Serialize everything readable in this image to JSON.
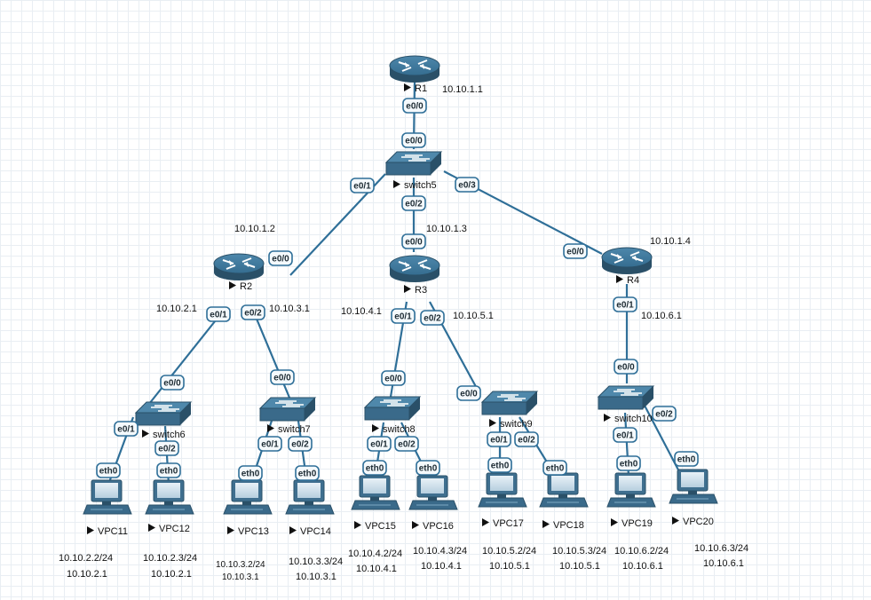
{
  "nodes": [
    {
      "id": "R1",
      "type": "router",
      "label": "R1"
    },
    {
      "id": "switch5",
      "type": "switch",
      "label": "switch5"
    },
    {
      "id": "R2",
      "type": "router",
      "label": "R2"
    },
    {
      "id": "R3",
      "type": "router",
      "label": "R3"
    },
    {
      "id": "R4",
      "type": "router",
      "label": "R4"
    },
    {
      "id": "switch6",
      "type": "switch",
      "label": "switch6"
    },
    {
      "id": "switch7",
      "type": "switch",
      "label": "switch7"
    },
    {
      "id": "switch8",
      "type": "switch",
      "label": "switch8"
    },
    {
      "id": "switch9",
      "type": "switch",
      "label": "switch9"
    },
    {
      "id": "switch10",
      "type": "switch",
      "label": "switch10"
    },
    {
      "id": "VPC11",
      "type": "pc",
      "label": "VPC11"
    },
    {
      "id": "VPC12",
      "type": "pc",
      "label": "VPC12"
    },
    {
      "id": "VPC13",
      "type": "pc",
      "label": "VPC13"
    },
    {
      "id": "VPC14",
      "type": "pc",
      "label": "VPC14"
    },
    {
      "id": "VPC15",
      "type": "pc",
      "label": "VPC15"
    },
    {
      "id": "VPC16",
      "type": "pc",
      "label": "VPC16"
    },
    {
      "id": "VPC17",
      "type": "pc",
      "label": "VPC17"
    },
    {
      "id": "VPC18",
      "type": "pc",
      "label": "VPC18"
    },
    {
      "id": "VPC19",
      "type": "pc",
      "label": "VPC19"
    },
    {
      "id": "VPC20",
      "type": "pc",
      "label": "VPC20"
    }
  ],
  "links": [
    {
      "from": "R1",
      "from_port": "e0/0",
      "to": "switch5",
      "to_port": "e0/0"
    },
    {
      "from": "switch5",
      "from_port": "e0/1",
      "to": "R2",
      "to_port": "e0/0"
    },
    {
      "from": "switch5",
      "from_port": "e0/2",
      "to": "R3",
      "to_port": "e0/0"
    },
    {
      "from": "switch5",
      "from_port": "e0/3",
      "to": "R4",
      "to_port": "e0/0"
    },
    {
      "from": "R2",
      "from_port": "e0/1",
      "to": "switch6",
      "to_port": "e0/0"
    },
    {
      "from": "R2",
      "from_port": "e0/2",
      "to": "switch7",
      "to_port": "e0/0"
    },
    {
      "from": "R3",
      "from_port": "e0/1",
      "to": "switch8",
      "to_port": "e0/0"
    },
    {
      "from": "R3",
      "from_port": "e0/2",
      "to": "switch9",
      "to_port": "e0/0"
    },
    {
      "from": "R4",
      "from_port": "e0/1",
      "to": "switch10",
      "to_port": "e0/0"
    },
    {
      "from": "switch6",
      "from_port": "e0/1",
      "to": "VPC11",
      "to_port": "eth0"
    },
    {
      "from": "switch6",
      "from_port": "e0/2",
      "to": "VPC12",
      "to_port": "eth0"
    },
    {
      "from": "switch7",
      "from_port": "e0/1",
      "to": "VPC13",
      "to_port": "eth0"
    },
    {
      "from": "switch7",
      "from_port": "e0/2",
      "to": "VPC14",
      "to_port": "eth0"
    },
    {
      "from": "switch8",
      "from_port": "e0/1",
      "to": "VPC15",
      "to_port": "eth0"
    },
    {
      "from": "switch8",
      "from_port": "e0/2",
      "to": "VPC16",
      "to_port": "eth0"
    },
    {
      "from": "switch9",
      "from_port": "e0/1",
      "to": "VPC17",
      "to_port": "eth0"
    },
    {
      "from": "switch9",
      "from_port": "e0/2",
      "to": "VPC18",
      "to_port": "eth0"
    },
    {
      "from": "switch10",
      "from_port": "e0/1",
      "to": "VPC19",
      "to_port": "eth0"
    },
    {
      "from": "switch10",
      "from_port": "e0/2",
      "to": "VPC20",
      "to_port": "eth0"
    }
  ],
  "ip_labels": {
    "r1": "10.10.1.1",
    "r2_e0_0": "10.10.1.2",
    "r3_e0_0": "10.10.1.3",
    "r4_e0_0": "10.10.1.4",
    "r2_e0_1": "10.10.2.1",
    "r2_e0_2": "10.10.3.1",
    "r3_e0_1": "10.10.4.1",
    "r3_e0_2": "10.10.5.1",
    "r4_e0_1": "10.10.6.1"
  },
  "pc_addresses": [
    {
      "pc": "VPC11",
      "ip": "10.10.2.2/24",
      "gw": "10.10.2.1"
    },
    {
      "pc": "VPC12",
      "ip": "10.10.2.3/24",
      "gw": "10.10.2.1"
    },
    {
      "pc": "VPC13",
      "ip": "10.10.3.2/24",
      "gw": "10.10.3.1"
    },
    {
      "pc": "VPC14",
      "ip": "10.10.3.3/24",
      "gw": "10.10.3.1"
    },
    {
      "pc": "VPC15",
      "ip": "10.10.4.2/24",
      "gw": "10.10.4.1"
    },
    {
      "pc": "VPC16",
      "ip": "10.10.4.3/24",
      "gw": "10.10.4.1"
    },
    {
      "pc": "VPC17",
      "ip": "10.10.5.2/24",
      "gw": "10.10.5.1"
    },
    {
      "pc": "VPC18",
      "ip": "10.10.5.3/24",
      "gw": "10.10.5.1"
    },
    {
      "pc": "VPC19",
      "ip": "10.10.6.2/24",
      "gw": "10.10.6.1"
    },
    {
      "pc": "VPC20",
      "ip": "10.10.6.3/24",
      "gw": "10.10.6.1"
    }
  ],
  "colors": {
    "link": "#2f6f98",
    "device": "#3a6a8a",
    "device_dark": "#2a5068",
    "background": "#ffffff",
    "grid": "#e9eef3"
  },
  "icons": {
    "router": "router-icon",
    "switch": "switch-icon",
    "pc": "pc-icon"
  }
}
